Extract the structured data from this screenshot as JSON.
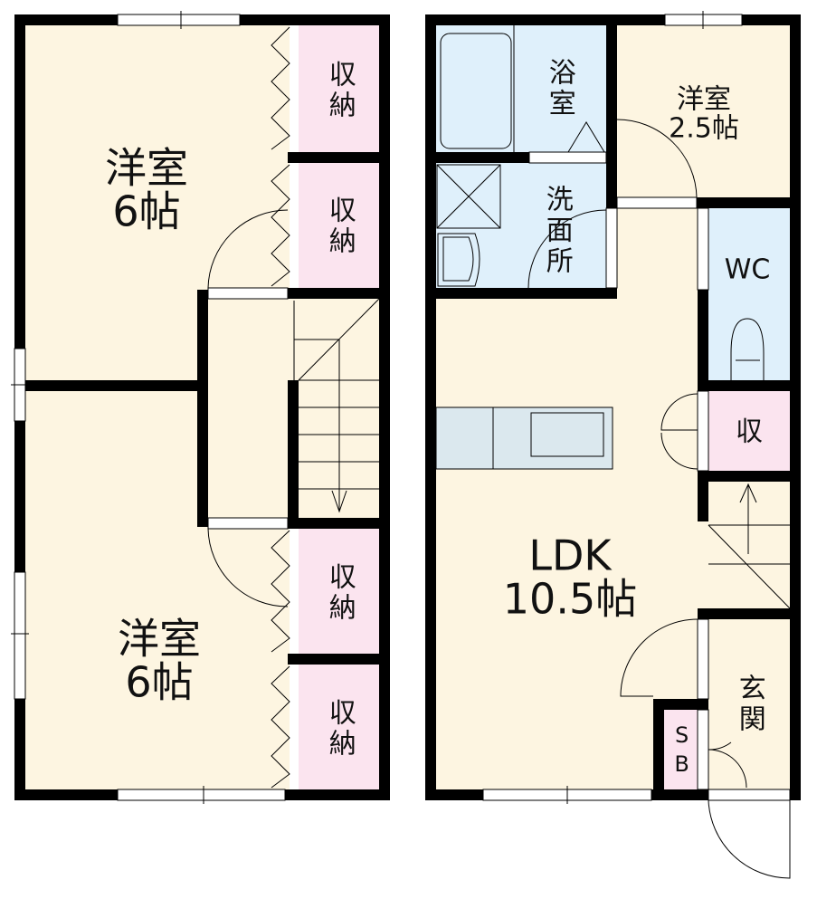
{
  "colors": {
    "wall": "#000000",
    "floor_room": "#fdf5e1",
    "floor_wet": "#dff0fb",
    "storage": "#fbe4ef",
    "kitchen": "#dbe8ee"
  },
  "left_unit": {
    "room_top": {
      "name": "洋室",
      "size": "6帖"
    },
    "room_bottom": {
      "name": "洋室",
      "size": "6帖"
    },
    "closets": [
      "収納",
      "収納",
      "収納",
      "収納"
    ]
  },
  "right_unit": {
    "bath": "浴室",
    "washroom": "洗面所",
    "room_small": {
      "name": "洋室",
      "size": "2.5帖"
    },
    "wc": "WC",
    "storage": "収",
    "ldk": {
      "name": "LDK",
      "size": "10.5帖"
    },
    "entrance": "玄関",
    "shoe_box": "SB"
  }
}
